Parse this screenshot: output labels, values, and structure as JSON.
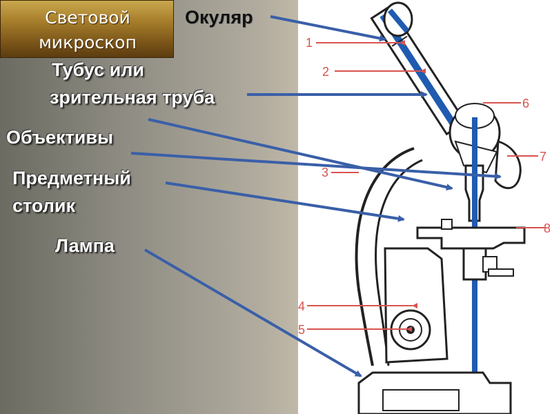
{
  "title": {
    "line1": "Световой",
    "line2": "микроскоп"
  },
  "labels": {
    "eyepiece": "Окуляр",
    "tube_line1": "Тубус или",
    "tube_line2": "зрительная труба",
    "objectives": "Объективы",
    "stage_line1": "Предметный",
    "stage_line2": "столик",
    "lamp": "Лампа"
  },
  "callout_numbers": [
    "1",
    "2",
    "3",
    "4",
    "5",
    "6",
    "7",
    "8"
  ],
  "colors": {
    "arrow": "#3a5fa8",
    "light_path": "#1f5bb0",
    "callout": "#d9534f",
    "title_bg": "#a87f2c"
  }
}
